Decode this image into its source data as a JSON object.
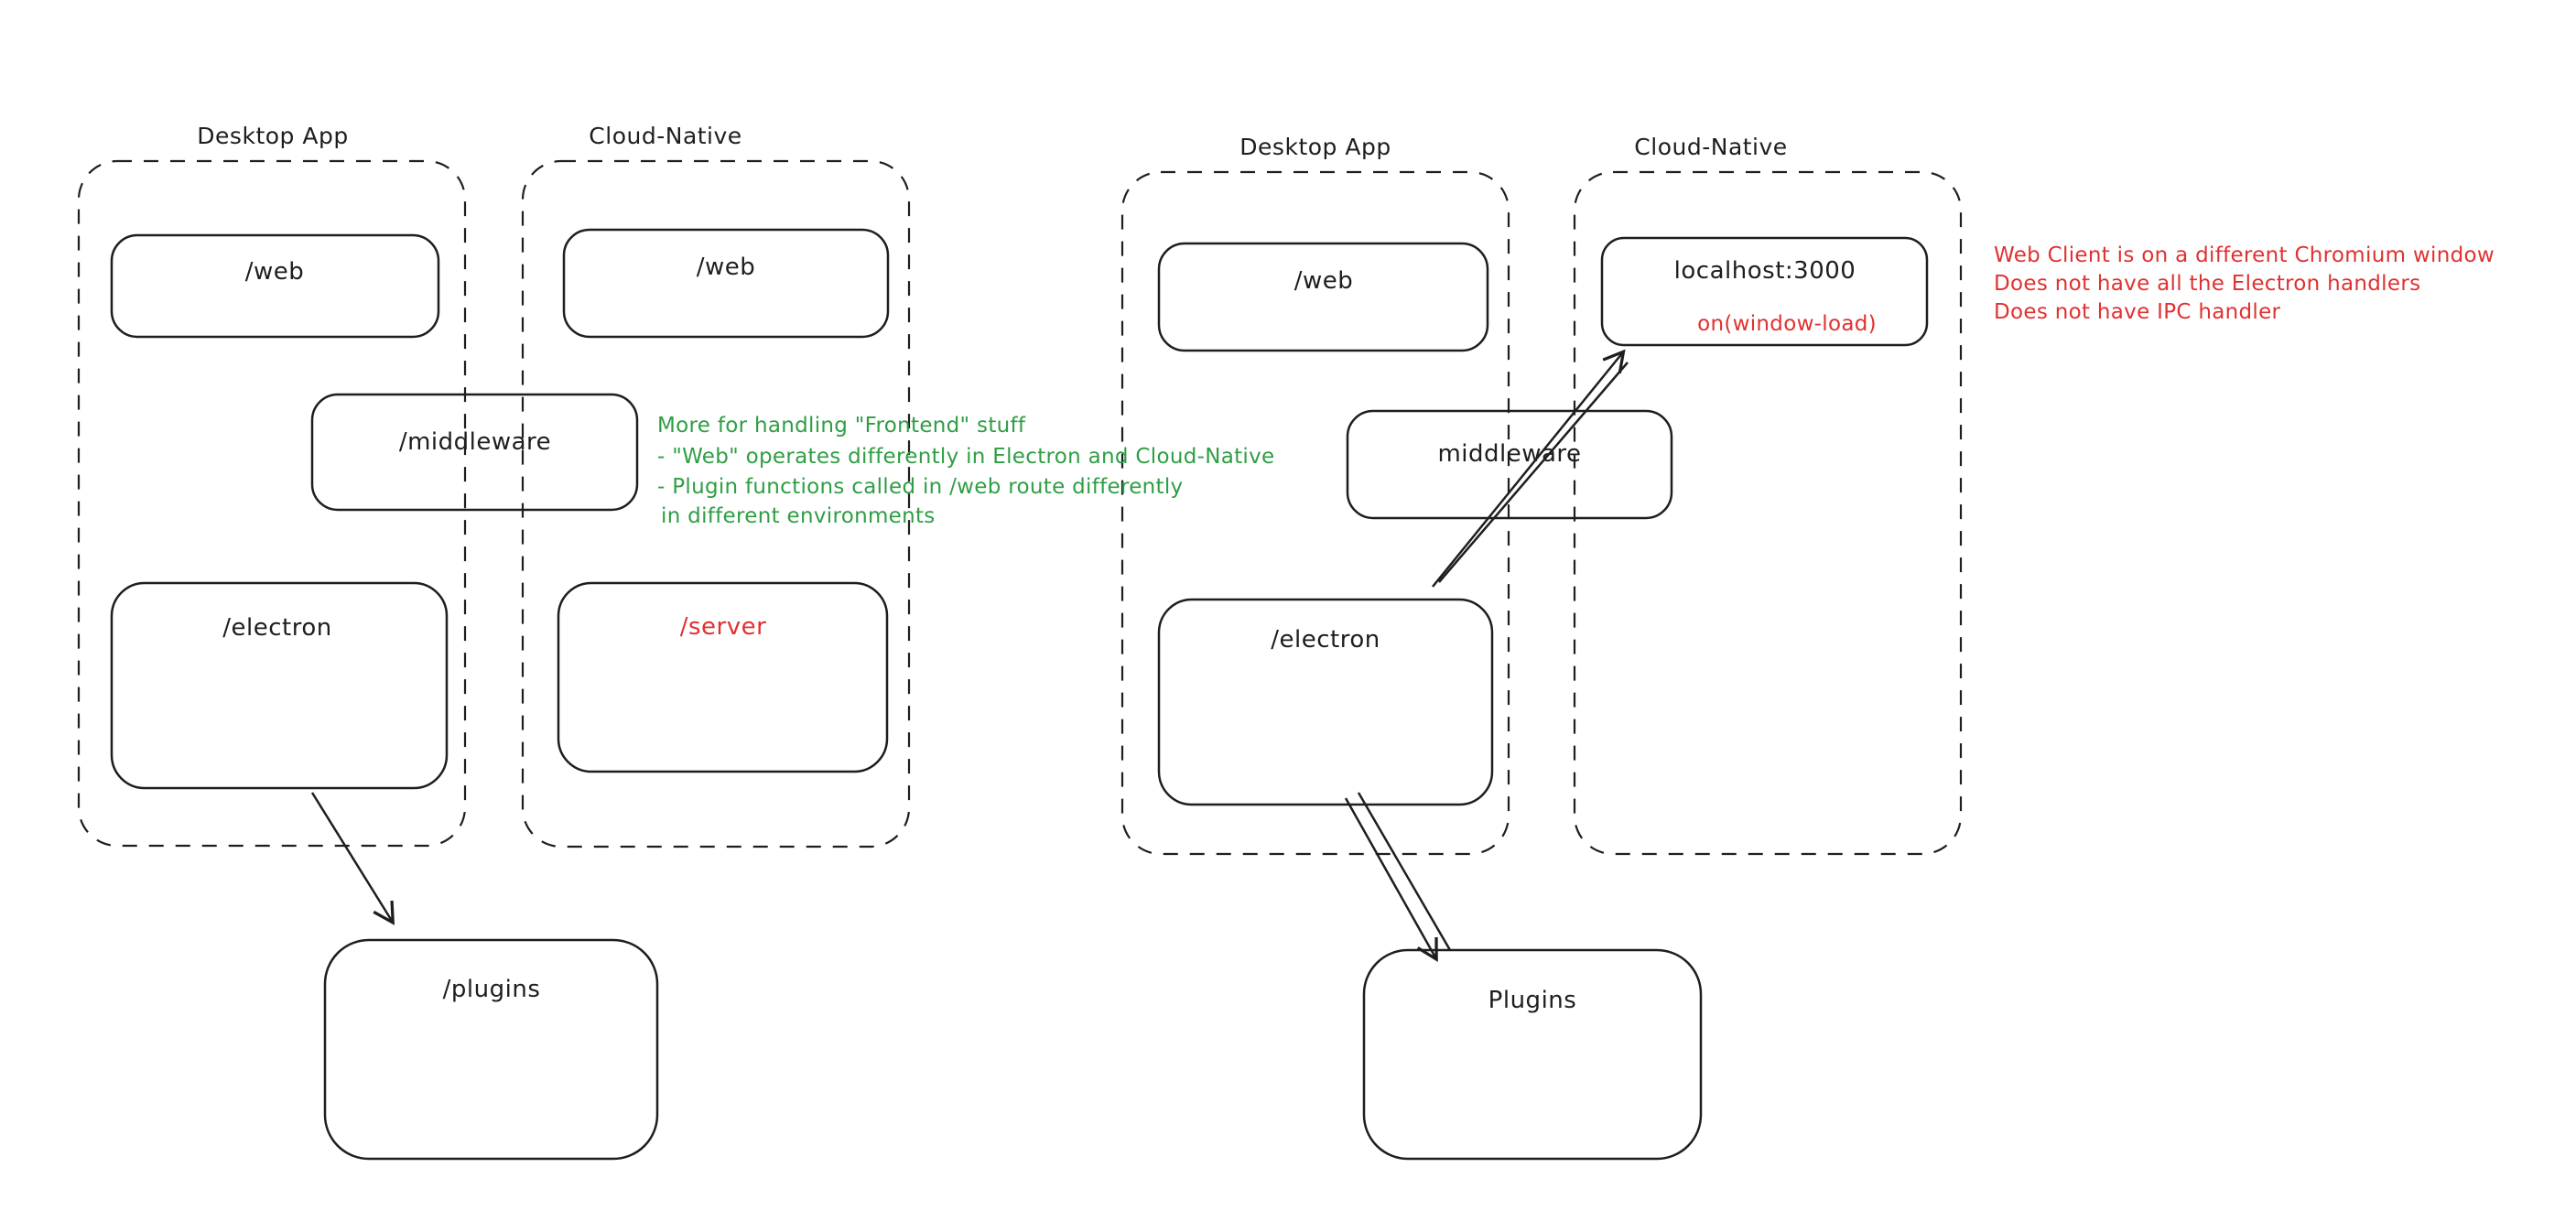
{
  "colors": {
    "ink": "#1e1e1e",
    "green": "#2f9e44",
    "red": "#e03131"
  },
  "left": {
    "desktop_title": "Desktop App",
    "cloud_title": "Cloud-Native",
    "web_desktop": "/web",
    "web_cloud": "/web",
    "middleware": "/middleware",
    "electron": "/electron",
    "server": "/server",
    "plugins": "/plugins",
    "green_note": {
      "line1": "More for handling \"Frontend\" stuff",
      "line2": "- \"Web\" operates differently in Electron and Cloud-Native",
      "line3": "- Plugin functions called in /web route differently",
      "line4": "in different environments"
    }
  },
  "right": {
    "desktop_title": "Desktop App",
    "cloud_title": "Cloud-Native",
    "web": "/web",
    "middleware": "middleware",
    "electron": "/electron",
    "plugins": "Plugins",
    "localhost": "localhost:3000",
    "window_load": "on(window-load)",
    "red_note": {
      "line1": "Web Client is on a different Chromium window",
      "line2": "Does not have all the Electron handlers",
      "line3": "Does not have IPC handler"
    }
  }
}
